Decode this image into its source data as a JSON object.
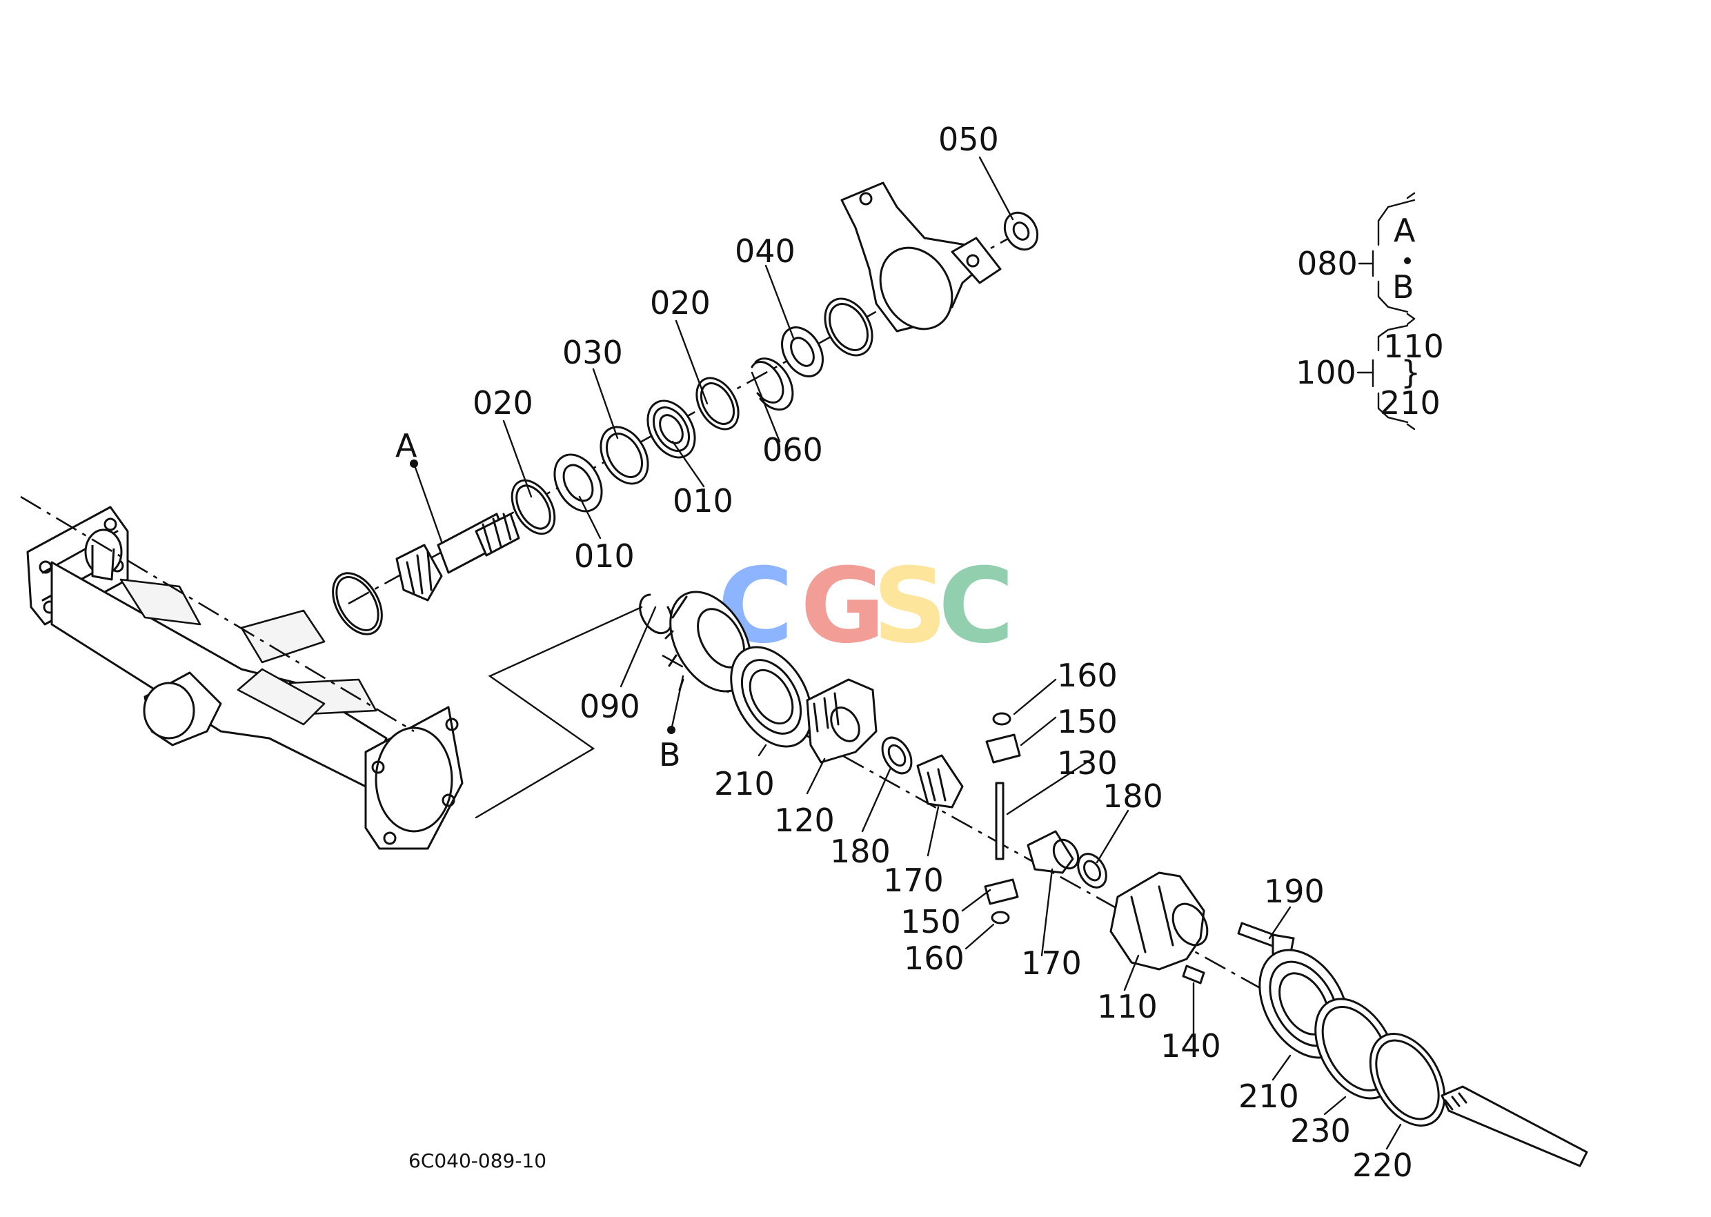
{
  "diagram": {
    "drawing_code": "6C040-089-10",
    "watermark": {
      "letters": [
        {
          "char": "C",
          "color": "#7aa7ff"
        },
        {
          "char": "G",
          "color": "#f28c86"
        },
        {
          "char": "S",
          "color": "#fde28a"
        },
        {
          "char": "C",
          "color": "#7ec7a2"
        }
      ]
    },
    "callouts": {
      "p050": "050",
      "p040": "040",
      "p020a": "020",
      "p030": "030",
      "p020b": "020",
      "p060": "060",
      "p010a": "010",
      "p010b": "010",
      "refA": "A",
      "refB": "B",
      "p090": "090",
      "p210a": "210",
      "p120": "120",
      "p180a": "180",
      "p170a": "170",
      "p160a": "160",
      "p150a": "150",
      "p130": "130",
      "p180b": "180",
      "p150b": "150",
      "p160b": "160",
      "p170b": "170",
      "p190": "190",
      "p110": "110",
      "p140": "140",
      "p210b": "210",
      "p230": "230",
      "p220": "220"
    },
    "legend": {
      "group1_code": "080",
      "group1_top": "A",
      "group1_bottom": "B",
      "group2_code": "100",
      "group2_top": "110",
      "group2_sep": "}",
      "group2_bottom": "210"
    }
  }
}
